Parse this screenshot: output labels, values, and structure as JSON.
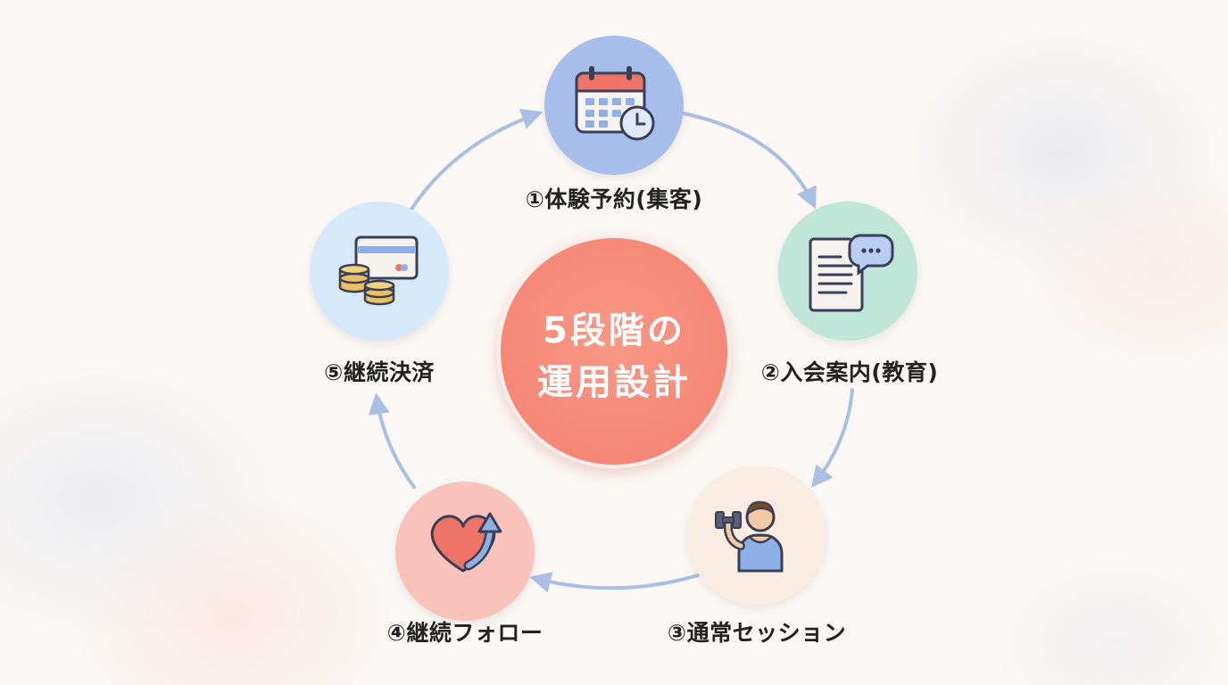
{
  "center": {
    "line1": "5段階の",
    "line2": "運用設計"
  },
  "stages": [
    {
      "label": "①体験予約(集客)",
      "icon": "calendar-clock-icon",
      "color": "#a7bdec"
    },
    {
      "label": "②入会案内(教育)",
      "icon": "document-chat-icon",
      "color": "#bfe6d8"
    },
    {
      "label": "③通常セッション",
      "icon": "dumbbell-trainer-icon",
      "color": "#f8ede0"
    },
    {
      "label": "④継続フォロー",
      "icon": "heart-arrow-icon",
      "color": "#f9c2bb"
    },
    {
      "label": "⑤継続決済",
      "icon": "card-coins-icon",
      "color": "#d6e9fb"
    }
  ],
  "colors": {
    "arrow": "#a9bfe6",
    "center": "#f4806f",
    "label": "#222222"
  }
}
